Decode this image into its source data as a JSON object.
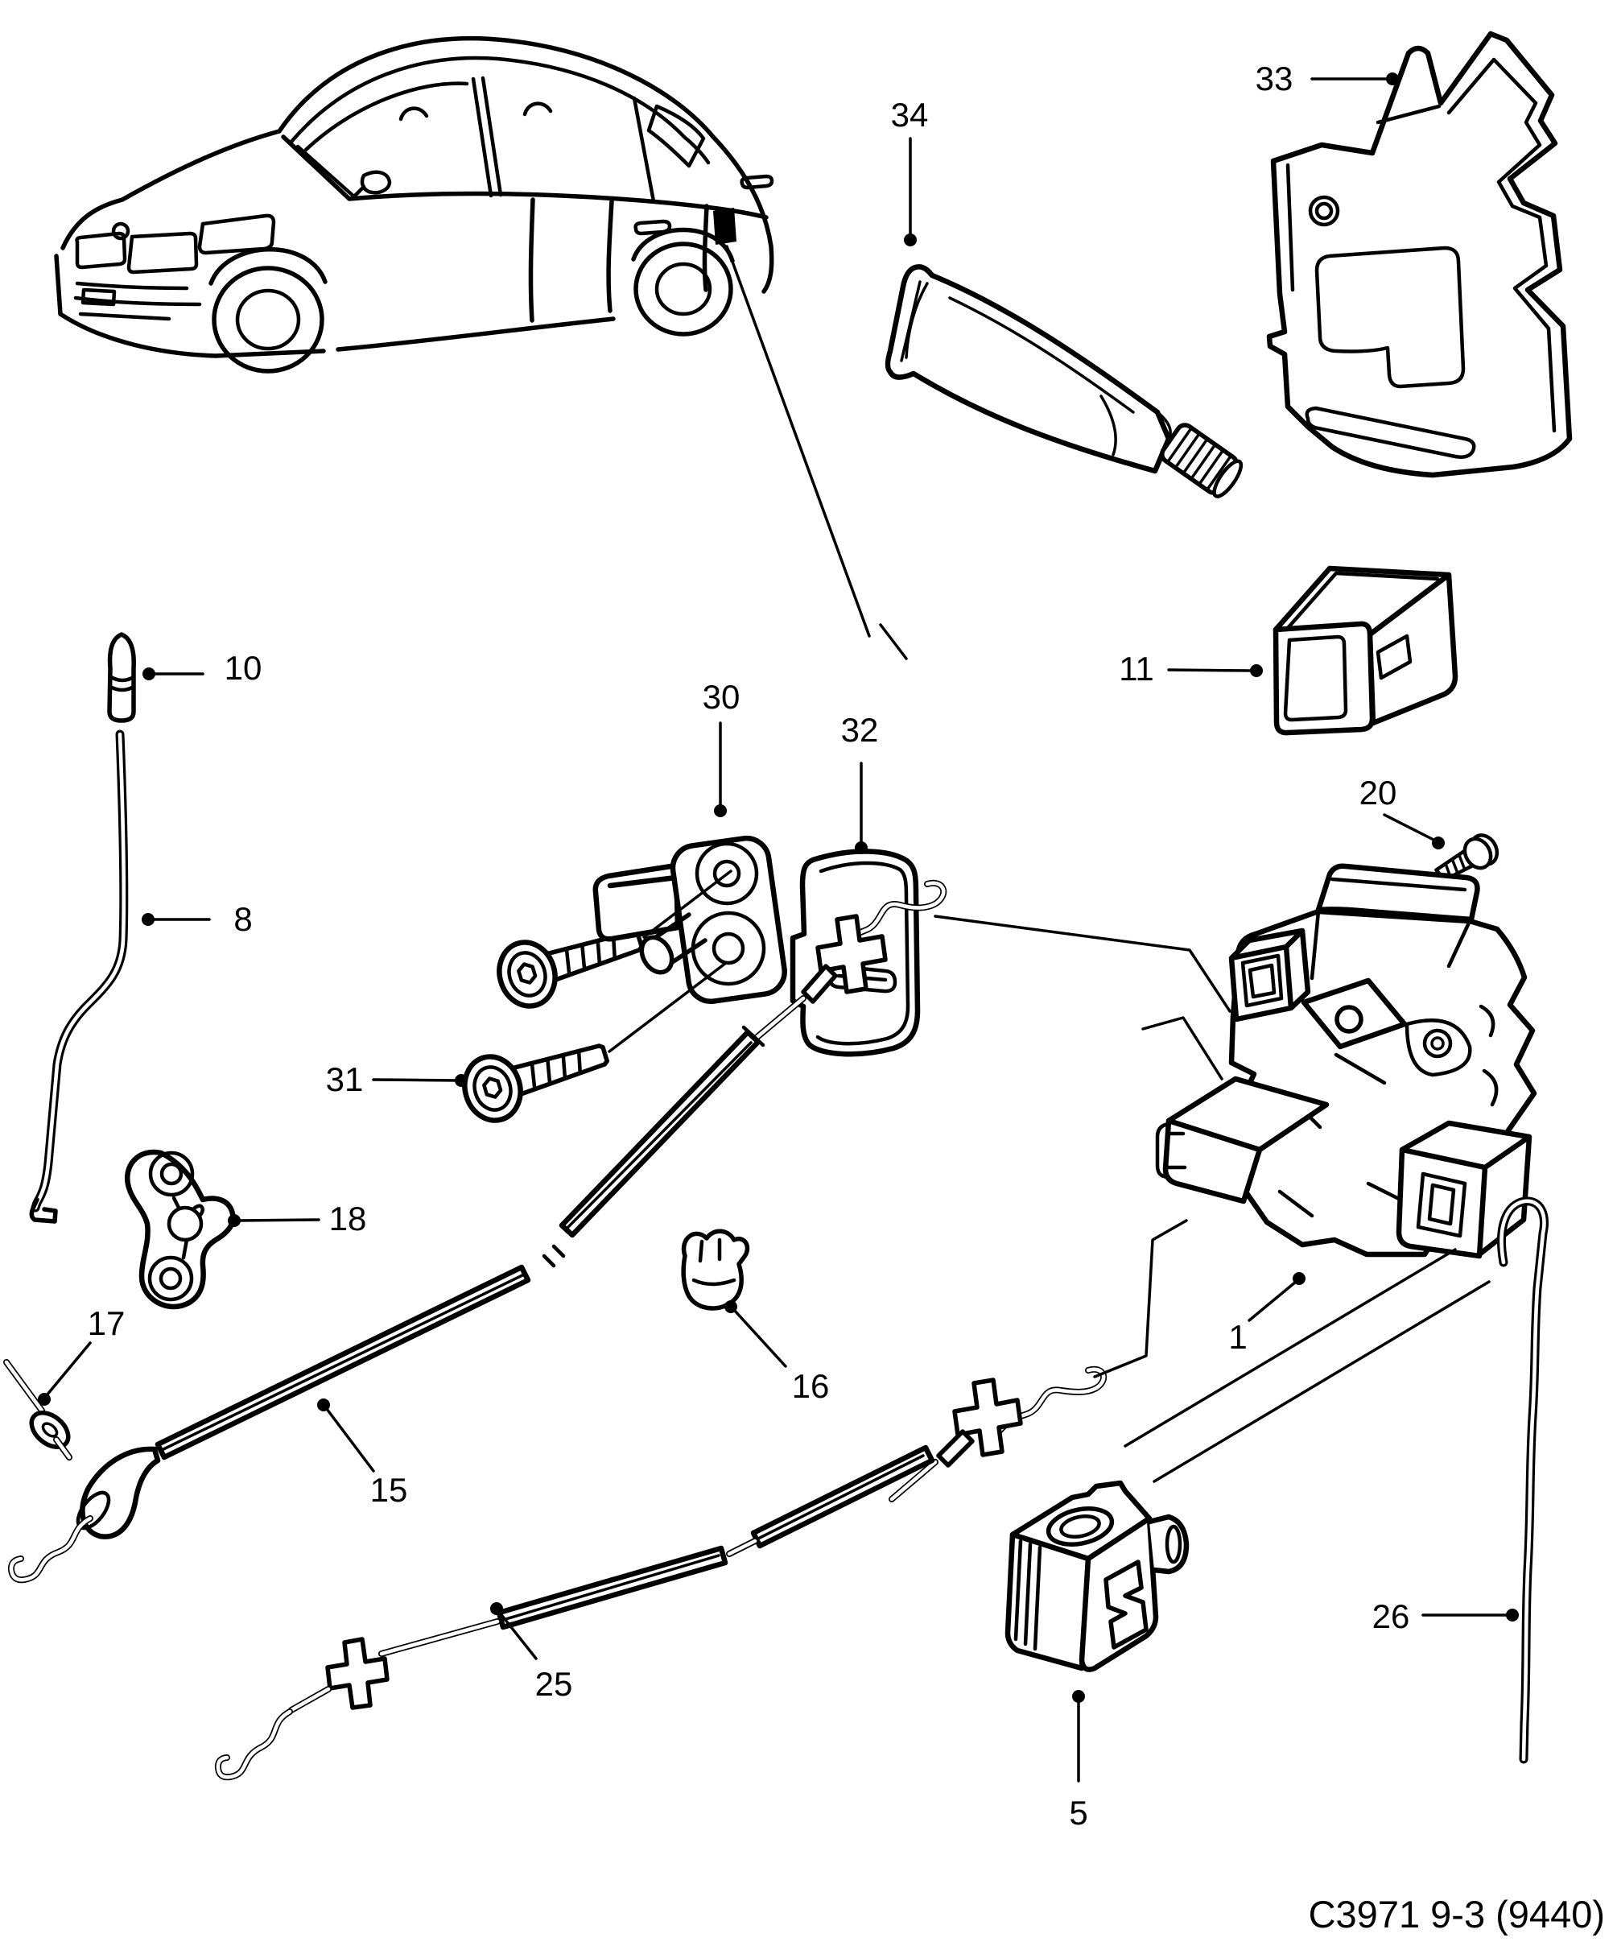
{
  "diagram": {
    "caption": "C3971 9-3 (9440)",
    "line_color": "#000000",
    "background_color": "#ffffff"
  },
  "callouts": [
    {
      "label": "33"
    },
    {
      "label": "34"
    },
    {
      "label": "10"
    },
    {
      "label": "8"
    },
    {
      "label": "30"
    },
    {
      "label": "31"
    },
    {
      "label": "32"
    },
    {
      "label": "11"
    },
    {
      "label": "20"
    },
    {
      "label": "18"
    },
    {
      "label": "17"
    },
    {
      "label": "16"
    },
    {
      "label": "15"
    },
    {
      "label": "1"
    },
    {
      "label": "25"
    },
    {
      "label": "26"
    },
    {
      "label": "5"
    }
  ]
}
